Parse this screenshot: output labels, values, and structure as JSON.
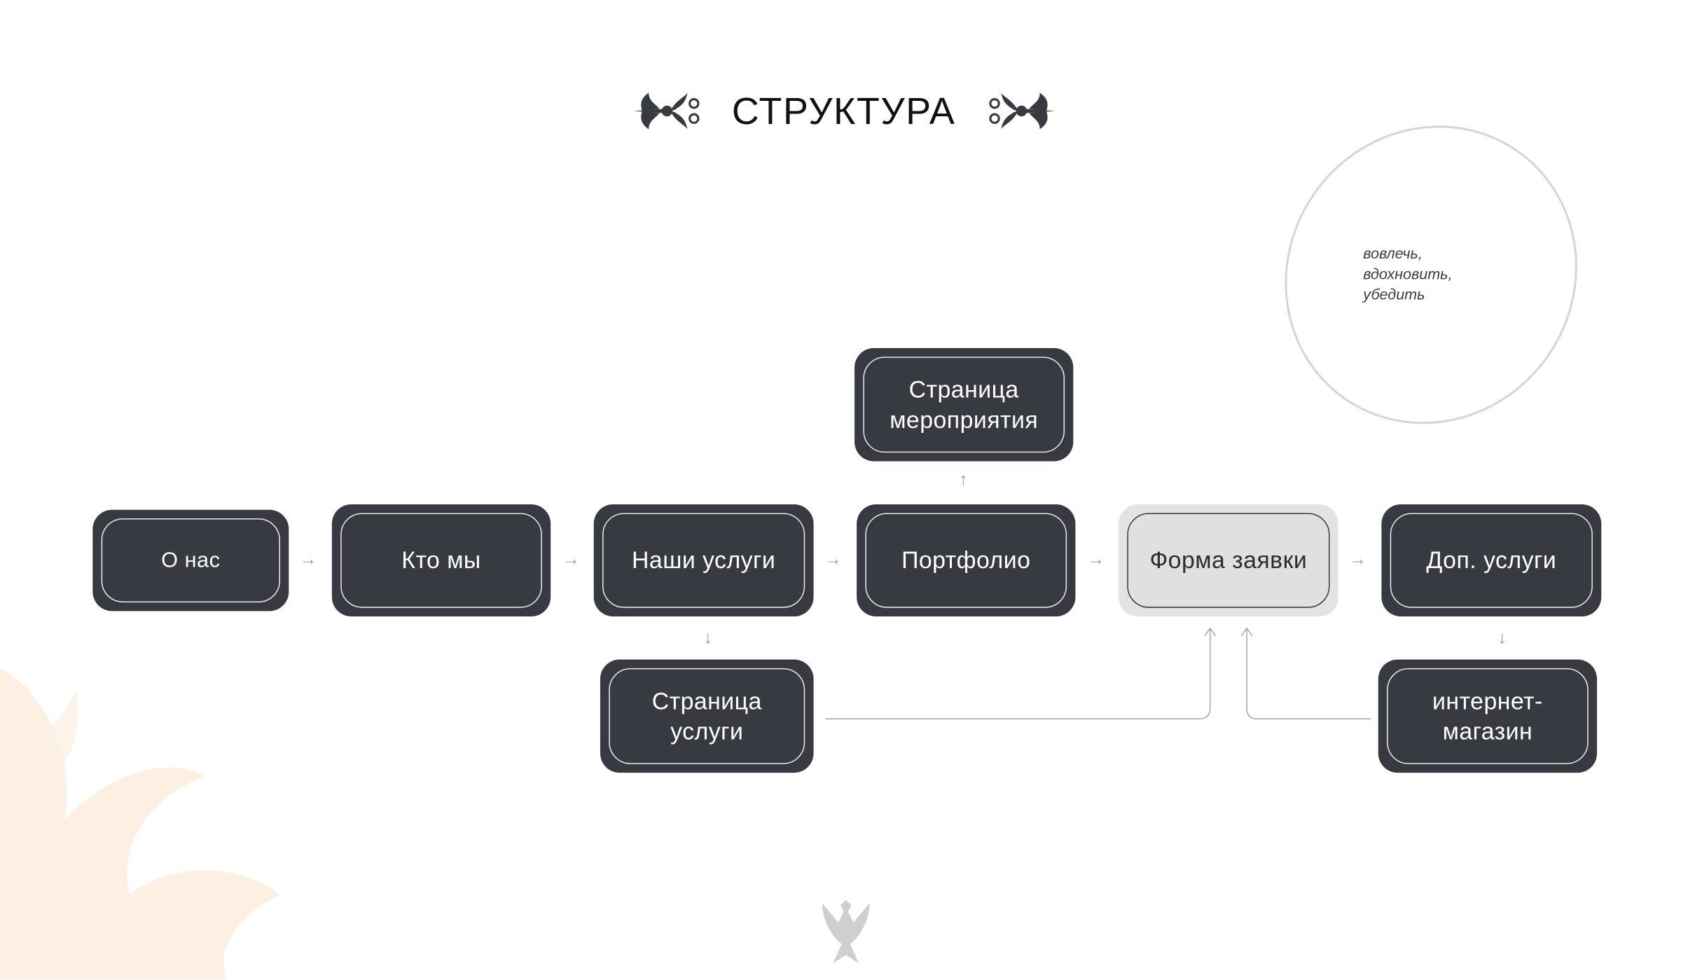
{
  "title": "СТРУКТУРА",
  "note": {
    "lines": [
      "вовлечь,",
      "вдохновить,",
      "убедить"
    ]
  },
  "nodes": {
    "about": "О нас",
    "who": "Кто мы",
    "services": "Наши услуги",
    "portfolio": "Портфолио",
    "form": "Форма заявки",
    "extra": "Доп. услуги",
    "event_page": [
      "Страница",
      "мероприятия"
    ],
    "service_page": [
      "Страница",
      "услуги"
    ],
    "shop": [
      "интернет-",
      "магазин"
    ]
  },
  "arrows": {
    "right": "→",
    "up": "↑",
    "down": "↓"
  },
  "colors": {
    "node": "#373a40",
    "highlight": "#e3e3e3",
    "connector": "#a0a0a0",
    "floral": "#fdf0e3"
  }
}
